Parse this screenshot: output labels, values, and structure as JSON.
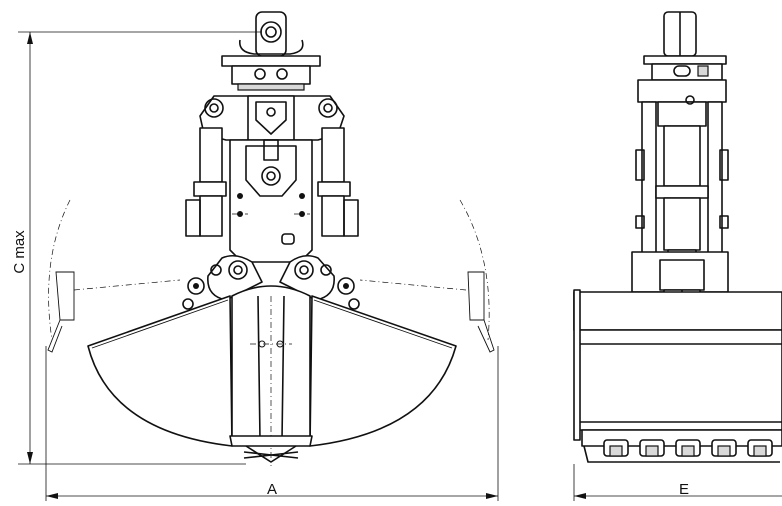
{
  "dimensions": {
    "c_max_label": "C max",
    "a_label": "A",
    "e_label": "E"
  }
}
